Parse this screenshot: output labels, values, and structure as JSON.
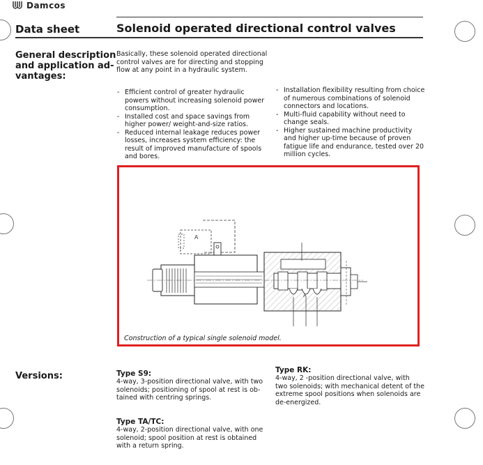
{
  "header": {
    "brand": "Damcos",
    "sheet_label": "Data sheet",
    "title": "Solenoid operated directional control valves"
  },
  "general": {
    "heading_lines": [
      "General description",
      "and application ad-",
      "vantages:"
    ],
    "intro_lines": [
      "Basically, these solenoid operated directional",
      "control valves are for directing and stopping",
      "flow at any point in a hydraulic system."
    ],
    "bullets_left": [
      "Efficient control of greater hydraulic powers without increasing solenoid power consumption.",
      "Installed cost and space savings from higher power/ weight-and-size ratios.",
      "Reduced internal leakage reduces power losses, increases system efficiency: the result of improved manufacture of spools and bores."
    ],
    "bullets_right": [
      "Installation flexibility resulting from choice of numerous combinations of solenoid connectors and locations.",
      "Multi-fluid capability without need to change seals.",
      "Higher sustained machine productivity and higher up-time because of proven fatigue life and endurance, tested over 20 million cycles."
    ]
  },
  "figure": {
    "caption": "Construction of a typical single solenoid model.",
    "connector_label": "A",
    "port_label": "A"
  },
  "versions": {
    "heading": "Versions:",
    "types": [
      {
        "title": "Type S9:",
        "lines": [
          "4-way, 3-position directional valve, with two",
          "solenoids; positioning of spool at rest is ob-",
          "tained with centring springs."
        ]
      },
      {
        "title": "Type RK:",
        "lines": [
          "4-way, 2 -position directional valve, with",
          "two solenoids; with mechanical detent of the",
          "extreme spool positions when solenoids are",
          "de-energized."
        ]
      },
      {
        "title": "Type TA/TC:",
        "lines": [
          "4-way, 2-position directional valve, with one",
          "solenoid; spool position at rest is obtained",
          "with a return spring."
        ]
      }
    ]
  }
}
